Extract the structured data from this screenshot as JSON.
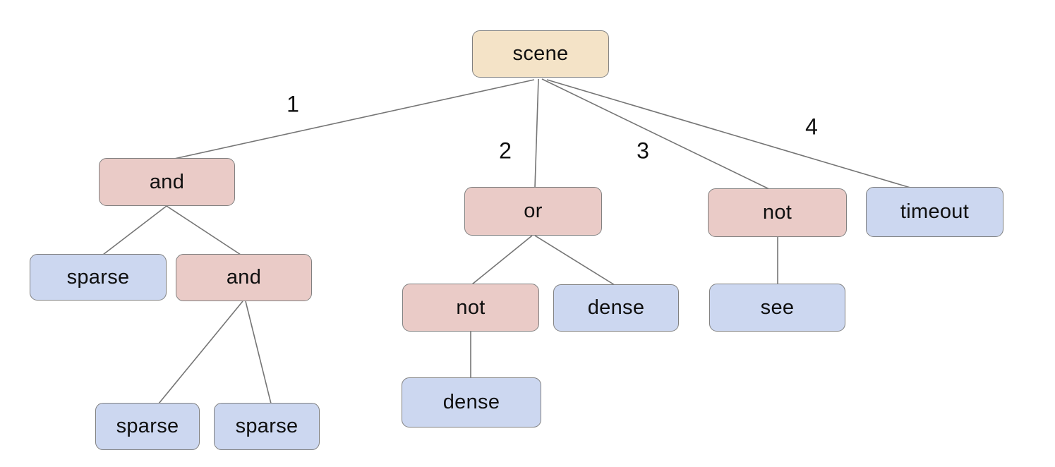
{
  "diagram": {
    "type": "tree",
    "nodes": [
      {
        "id": "scene",
        "label": "scene",
        "type": "root"
      },
      {
        "id": "and-1",
        "label": "and",
        "type": "operator"
      },
      {
        "id": "or-1",
        "label": "or",
        "type": "operator"
      },
      {
        "id": "not-1",
        "label": "not",
        "type": "operator"
      },
      {
        "id": "timeout",
        "label": "timeout",
        "type": "leaf"
      },
      {
        "id": "sparse-1",
        "label": "sparse",
        "type": "leaf"
      },
      {
        "id": "and-2",
        "label": "and",
        "type": "operator"
      },
      {
        "id": "sparse-2",
        "label": "sparse",
        "type": "leaf"
      },
      {
        "id": "sparse-3",
        "label": "sparse",
        "type": "leaf"
      },
      {
        "id": "not-2",
        "label": "not",
        "type": "operator"
      },
      {
        "id": "dense-1",
        "label": "dense",
        "type": "leaf"
      },
      {
        "id": "dense-2",
        "label": "dense",
        "type": "leaf"
      },
      {
        "id": "see-1",
        "label": "see",
        "type": "leaf"
      }
    ],
    "edge_labels": [
      "1",
      "2",
      "3",
      "4"
    ],
    "structure": {
      "scene": [
        {
          "edge": "1",
          "node": "and",
          "children": [
            {
              "node": "sparse"
            },
            {
              "node": "and",
              "children": [
                {
                  "node": "sparse"
                },
                {
                  "node": "sparse"
                }
              ]
            }
          ]
        },
        {
          "edge": "2",
          "node": "or",
          "children": [
            {
              "node": "not",
              "children": [
                {
                  "node": "dense"
                }
              ]
            },
            {
              "node": "dense"
            }
          ]
        },
        {
          "edge": "3",
          "node": "not",
          "children": [
            {
              "node": "see"
            }
          ]
        },
        {
          "edge": "4",
          "node": "timeout"
        }
      ]
    },
    "colors": {
      "background": "#ffffff",
      "root_fill": "#f4e3c7",
      "operator_fill": "#eacbc7",
      "leaf_fill": "#ccd7f0",
      "node_border": "#808080",
      "edge_line": "#757575",
      "text": "#0f0f0f"
    }
  }
}
